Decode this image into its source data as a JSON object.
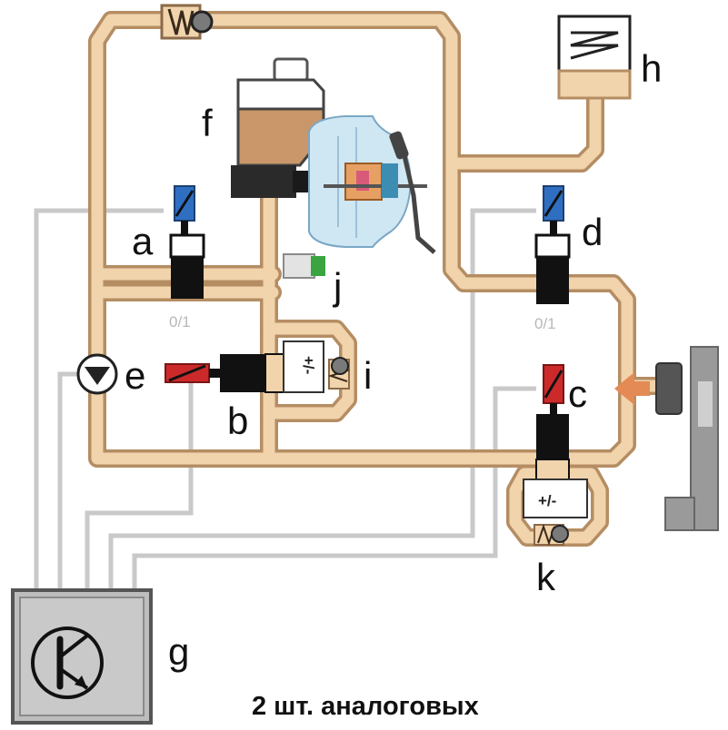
{
  "labels": {
    "a": "a",
    "b": "b",
    "c": "c",
    "d": "d",
    "e": "e",
    "f": "f",
    "g": "g",
    "h": "h",
    "i": "i",
    "j": "j",
    "k": "k"
  },
  "valve_a_state": "0/1",
  "valve_d_state": "0/1",
  "chamber_b_sign": "+/-",
  "chamber_k_sign": "+/-",
  "caption": "2 шт. аналоговых",
  "colors": {
    "pipe_fill": "#f1d3ac",
    "pipe_edge": "#b58d63",
    "signal_line": "#c9c9c9",
    "solenoid_on_off": "#2f6fc2",
    "solenoid_analog": "#cc2a2a",
    "valve_body": "#111111",
    "fluid": "#c99769",
    "arrow": "#e38a55",
    "ecu_box": "#bdbdbd"
  }
}
